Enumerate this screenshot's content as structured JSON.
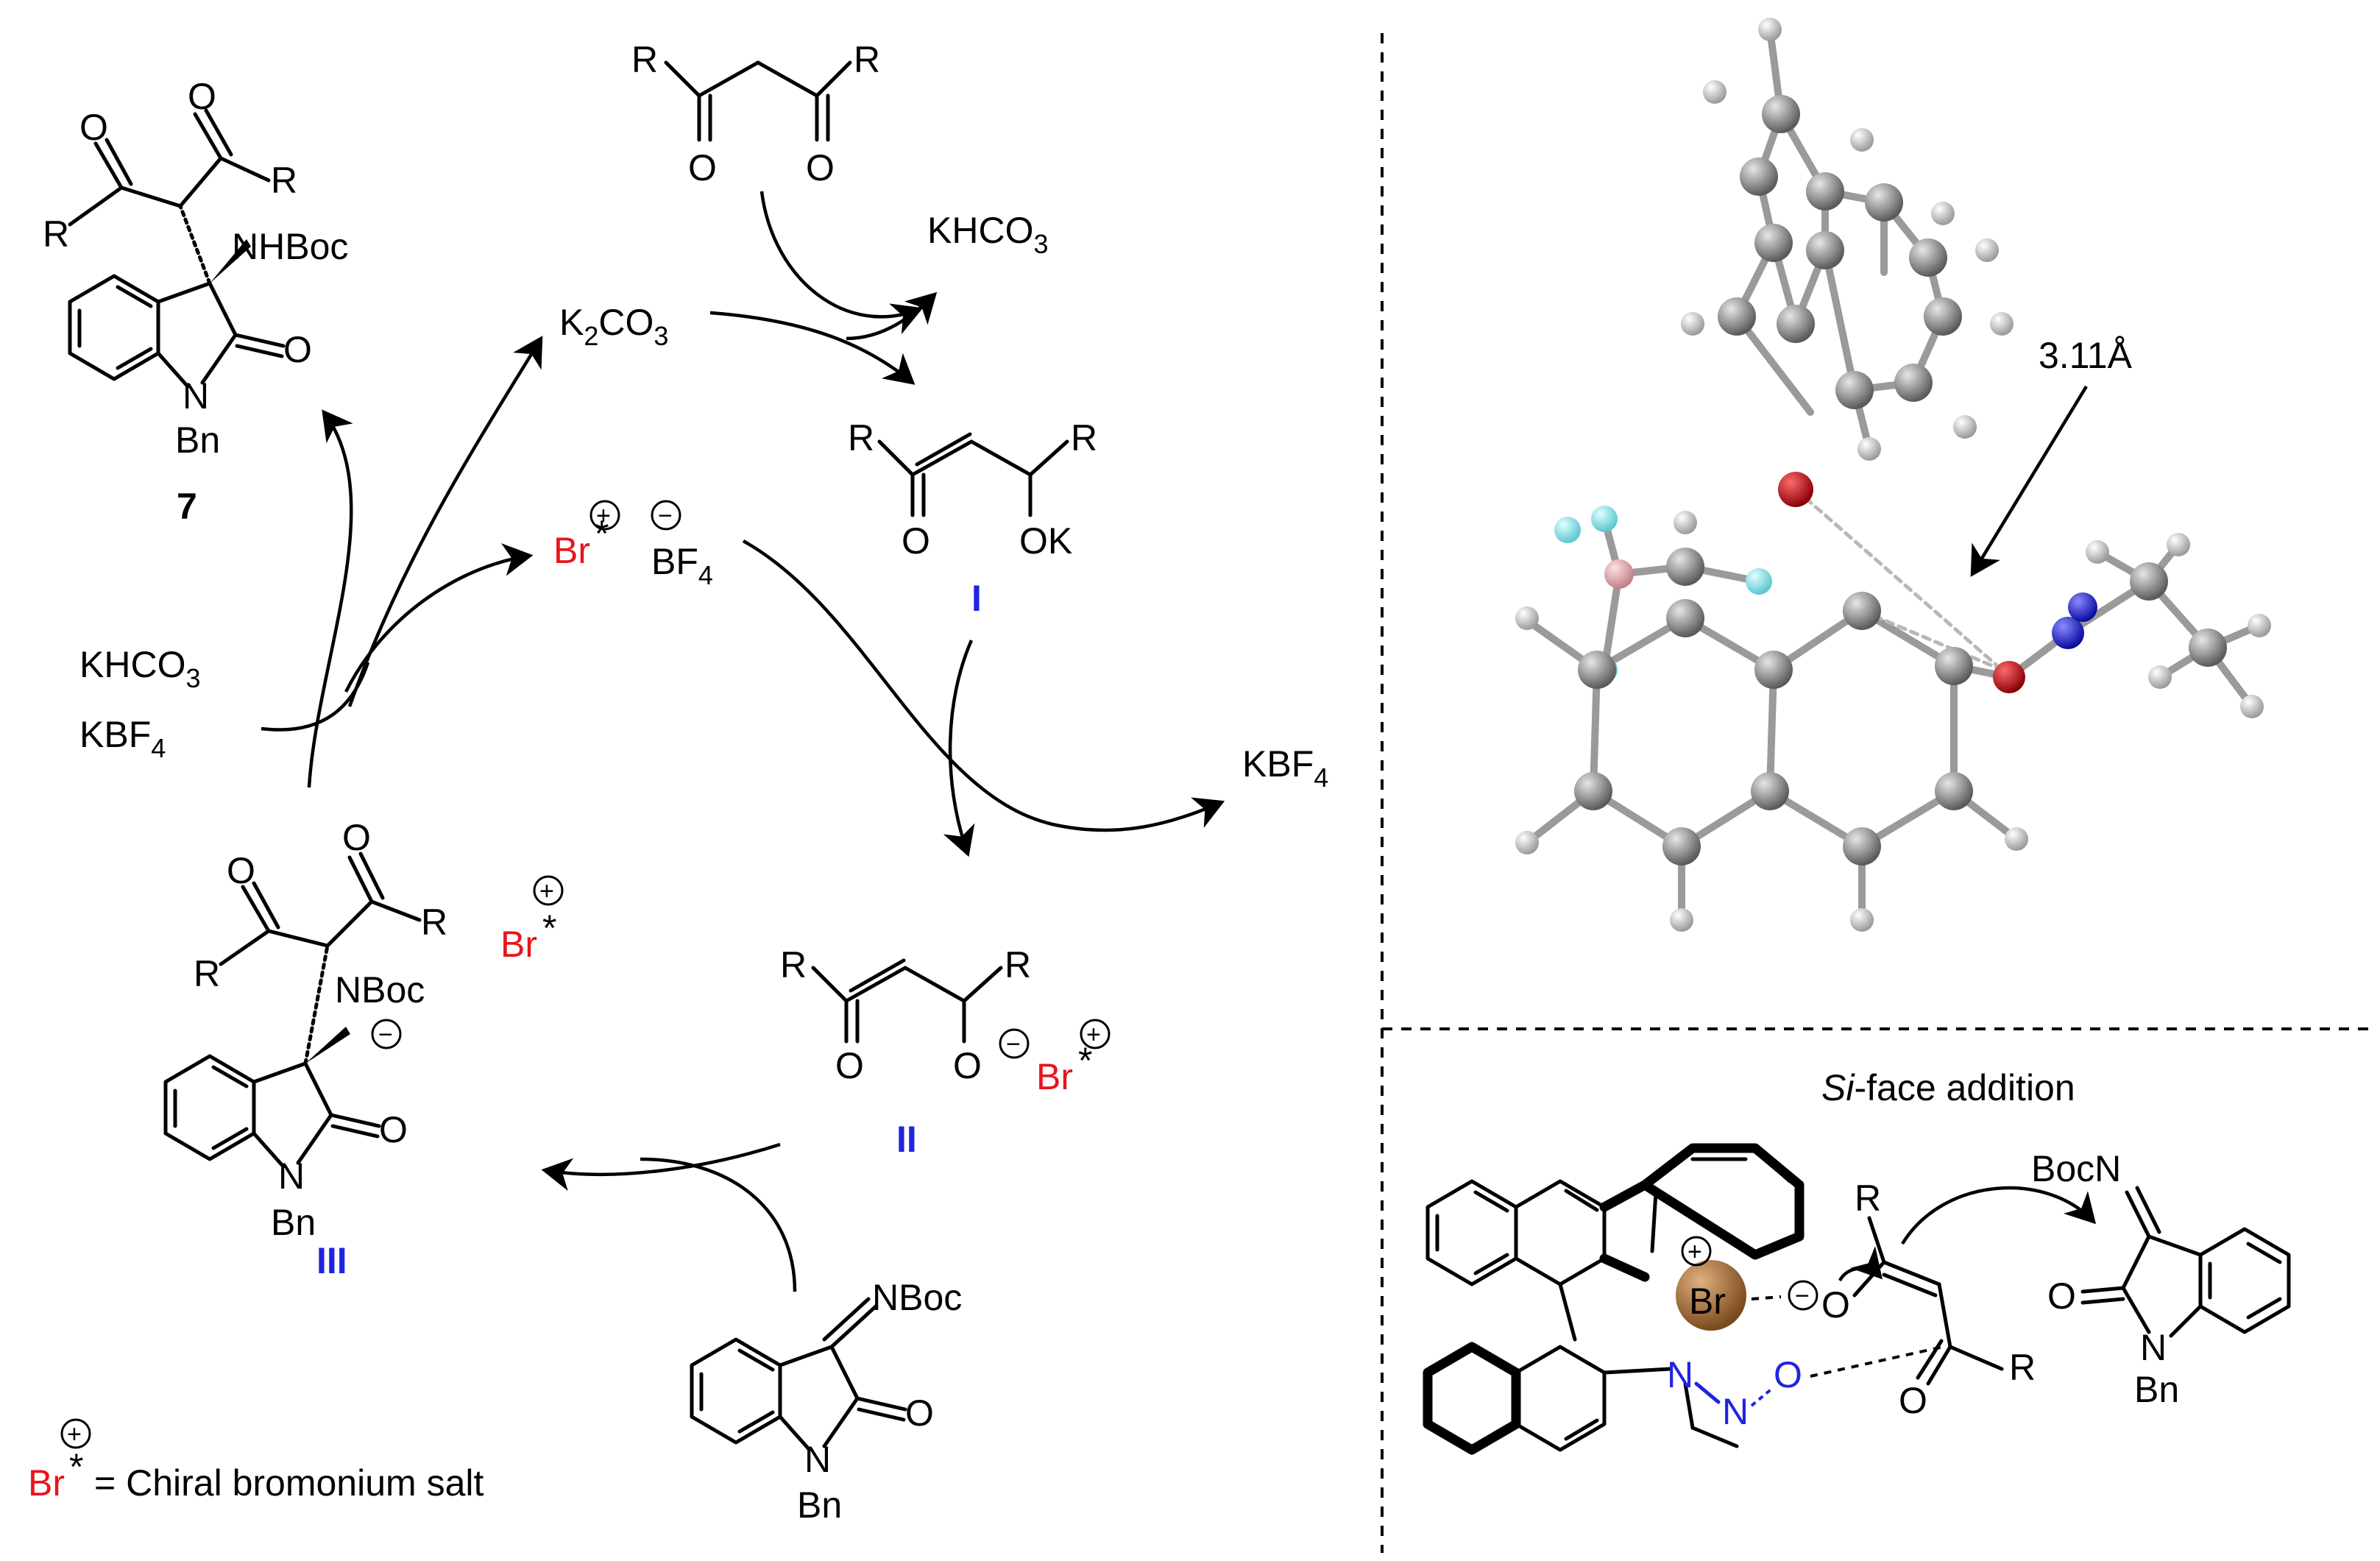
{
  "catalytic_cycle": {
    "product_label": "7",
    "product_substituents": {
      "r": "R",
      "o": "O",
      "nhboc": "NHBoc",
      "n": "N",
      "bn": "Bn"
    },
    "diketone": {
      "r": "R",
      "o": "O"
    },
    "k2co3": {
      "main": "K",
      "sub": "2",
      "rest": "CO",
      "sub2": "3"
    },
    "khco3_top": {
      "main": "KHCO",
      "sub": "3"
    },
    "khco3_left": {
      "main": "KHCO",
      "sub": "3"
    },
    "kbf4_left": {
      "main": "KBF",
      "sub": "4"
    },
    "kbf4_right": {
      "main": "KBF",
      "sub": "4"
    },
    "bromonium_salt": {
      "br": "Br",
      "star": "*",
      "plus": "+",
      "minus": "−",
      "bf": "BF",
      "sub": "4"
    },
    "enolate_I": {
      "label": "I",
      "r": "R",
      "o": "O",
      "ok": "OK"
    },
    "ion_pair_II": {
      "label": "II",
      "r": "R",
      "o": "O",
      "br": "Br",
      "star": "*"
    },
    "adduct_III": {
      "label": "III",
      "r": "R",
      "o": "O",
      "nboc": "NBoc",
      "n": "N",
      "bn": "Bn",
      "br": "Br",
      "star": "*"
    },
    "ketimine": {
      "nboc": "NBoc",
      "o": "O",
      "n": "N",
      "bn": "Bn"
    },
    "legend": {
      "br": "Br",
      "star": "*",
      "plus": "+",
      "text": "= Chiral bromonium salt"
    }
  },
  "ts_3d_model": {
    "distance_label": "3.11Å",
    "atom_colors": {
      "carbon": "#8c8c8c",
      "hydrogen": "#d0d0d0",
      "oxygen": "#c0141c",
      "nitrogen": "#1e1ee6",
      "fluorine": "#8ce8f0",
      "boron": "#e6a8b0"
    }
  },
  "ts_model": {
    "title_italic": "Si",
    "title_rest": "-face addition",
    "br": "Br",
    "plus": "+",
    "minus": "−",
    "o": "O",
    "r": "R",
    "n": "N",
    "bocn": "BocN",
    "bn": "Bn",
    "nitroso_n1": "N",
    "nitroso_n2": "N",
    "nitroso_o": "O",
    "bromine_sphere_color": "#8b5a2b"
  }
}
